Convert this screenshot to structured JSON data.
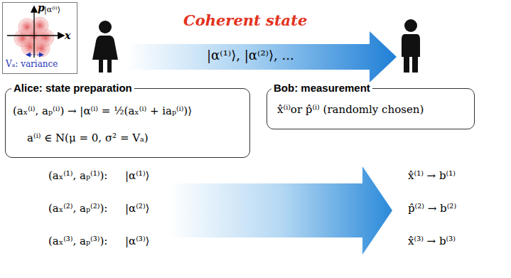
{
  "diagram": {
    "nodes": [
      {
        "text": [
          "p",
          "x",
          "|α⁽ⁱ⁾⟩",
          "Vₐ: variance"
        ]
      },
      {
        "text": [
          "Alice: state preparation",
          "(aₓ⁽ⁱ⁾, aₚ⁽ⁱ⁾) → |α⁽ⁱ⁾ = ½(aₓ⁽ⁱ⁾ + iaₚ⁽ⁱ⁾)⟩",
          "a⁽ⁱ⁾ ∈ N(μ = 0, σ² = Vₐ)"
        ]
      },
      {
        "text": [
          "Bob: measurement",
          "x̂⁽ⁱ⁾or p̂⁽ⁱ⁾ (randomly chosen)"
        ]
      }
    ],
    "labels": [
      "Coherent state",
      "|α⁽¹⁾⟩, |α⁽²⁾⟩, ...",
      "(aₓ⁽¹⁾, aₚ⁽¹⁾):",
      "|α⁽¹⁾⟩",
      "(aₓ⁽²⁾, aₚ⁽²⁾):",
      "|α⁽²⁾⟩",
      "(aₓ⁽³⁾, aₚ⁽³⁾):",
      "|α⁽³⁾⟩",
      "x̂⁽¹⁾ → b⁽¹⁾",
      "p̂⁽²⁾ → b⁽²⁾",
      "x̂⁽³⁾ → b⁽³⁾"
    ]
  }
}
